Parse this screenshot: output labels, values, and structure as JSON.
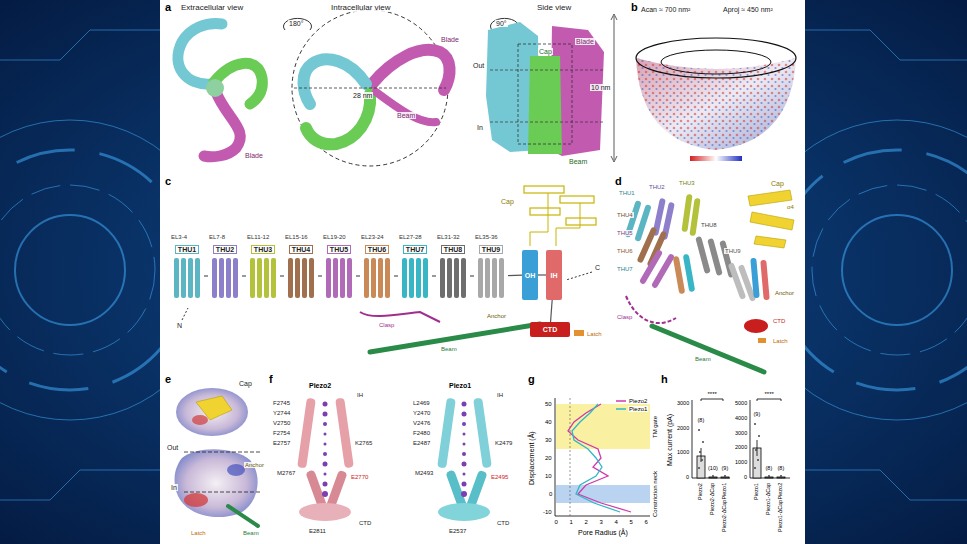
{
  "diagram": {
    "nodes": [
      {
        "text": [
          "THU1"
        ]
      },
      {
        "text": [
          "THU2"
        ]
      },
      {
        "text": [
          "THU3"
        ]
      },
      {
        "text": [
          "THU4"
        ]
      },
      {
        "text": [
          "THU5"
        ]
      },
      {
        "text": [
          "THU6"
        ]
      },
      {
        "text": [
          "THU7"
        ]
      },
      {
        "text": [
          "THU8"
        ]
      },
      {
        "text": [
          "THU9"
        ]
      },
      {
        "text": [
          "OH"
        ]
      },
      {
        "text": [
          "IH"
        ]
      },
      {
        "text": [
          "CTD"
        ]
      }
    ],
    "edges": [
      {
        "from": 0,
        "to": 1,
        "arrow": "none"
      },
      {
        "from": 1,
        "to": 2,
        "arrow": "none"
      },
      {
        "from": 2,
        "to": 3,
        "arrow": "none"
      },
      {
        "from": 3,
        "to": 4,
        "arrow": "none"
      },
      {
        "from": 4,
        "to": 5,
        "arrow": "none"
      },
      {
        "from": 5,
        "to": 6,
        "arrow": "none"
      },
      {
        "from": 6,
        "to": 7,
        "arrow": "none"
      },
      {
        "from": 7,
        "to": 8,
        "arrow": "none"
      },
      {
        "from": 8,
        "to": 9,
        "arrow": "none"
      },
      {
        "from": 9,
        "to": 10,
        "arrow": "none"
      },
      {
        "from": 10,
        "to": 11,
        "arrow": "none"
      }
    ],
    "labels": [
      "a",
      "b",
      "c",
      "d",
      "e",
      "f",
      "g",
      "h",
      "Extracellular view",
      "Intracellular view",
      "Side view",
      "180°",
      "90°",
      "Blade",
      "Blade",
      "Beam",
      "28 nm",
      "Out",
      "In",
      "Cap",
      "Blade",
      "Beam",
      "10 nm",
      "Acan ≈ 700 nm²",
      "Aproj ≈ 450 nm²",
      "EL3-4",
      "EL7-8",
      "EL11-12",
      "EL15-16",
      "EL19-20",
      "EL23-24",
      "EL27-28",
      "EL31-32",
      "EL35-36",
      "Cap",
      "Anchor",
      "Clasp",
      "Beam",
      "Latch",
      "N",
      "C",
      "THU1",
      "THU2",
      "THU3",
      "THU4",
      "THU5",
      "THU6",
      "THU7",
      "THU8",
      "THU9",
      "Cap",
      "Anchor",
      "Beam",
      "Clasp",
      "CTD",
      "Latch",
      "α4",
      "Cap",
      "Out",
      "In",
      "Anchor",
      "Beam",
      "Latch",
      "Piezo2",
      "IH",
      "F2745",
      "Y2744",
      "V2750",
      "F2754",
      "E2757",
      "K2765",
      "M2767",
      "E2770",
      "CTD",
      "E2811",
      "Piezo1",
      "IH",
      "L2469",
      "Y2470",
      "V2476",
      "F2480",
      "E2487",
      "K2479",
      "M2493",
      "E2495",
      "CTD",
      "E2537",
      "Displacement (Å)",
      "50",
      "40",
      "30",
      "20",
      "10",
      "0",
      "-10",
      "0",
      "1",
      "2",
      "3",
      "4",
      "5",
      "6",
      "Pore Radius (Å)",
      "TM gate",
      "Constriction neck",
      "Max current (pA)",
      "3000",
      "2000",
      "1000",
      "0",
      "****",
      "(8)",
      "(10)",
      "(9)",
      "5000",
      "4000",
      "3000",
      "2000",
      "1000",
      "0",
      "****",
      "(9)",
      "(8)",
      "(8)",
      "Piezo2",
      "Piezo2-ΔCap",
      "Piezo2-ΔCapPiezo1",
      "Piezo1",
      "Piezo1-ΔCap",
      "Piezo1-ΔCapPiezo2"
    ],
    "legend": [
      {
        "text": "Piezo2"
      },
      {
        "text": "Piezo1"
      }
    ]
  }
}
